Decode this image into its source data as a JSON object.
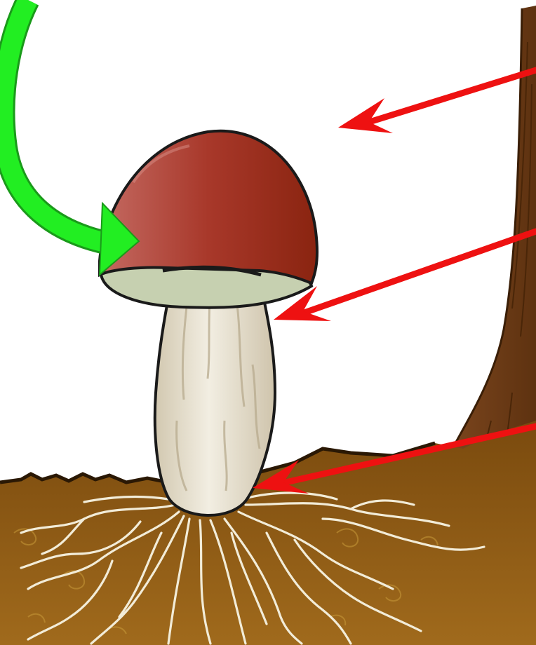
{
  "diagram": {
    "subject": "mushroom",
    "parts": [
      {
        "id": "cap-top",
        "pointer": "green-curved-arrow"
      },
      {
        "id": "background-air",
        "pointer": "red-arrow"
      },
      {
        "id": "cap-underside-gills",
        "pointer": "red-arrow"
      },
      {
        "id": "stem-base",
        "pointer": "red-arrow"
      }
    ],
    "labels": []
  },
  "colors": {
    "sky": "#ffffff",
    "soil": "#8a5a12",
    "soil_dark": "#5e3a0a",
    "tree": "#7a4218",
    "cap": "#9a2a1a",
    "cap_highlight": "#c06a5a",
    "gills": "#c8d2b4",
    "stem": "#e8e2d2",
    "mycelium": "#f2ecd8",
    "red_arrow": "#ee1111",
    "green_arrow": "#22ee22"
  }
}
